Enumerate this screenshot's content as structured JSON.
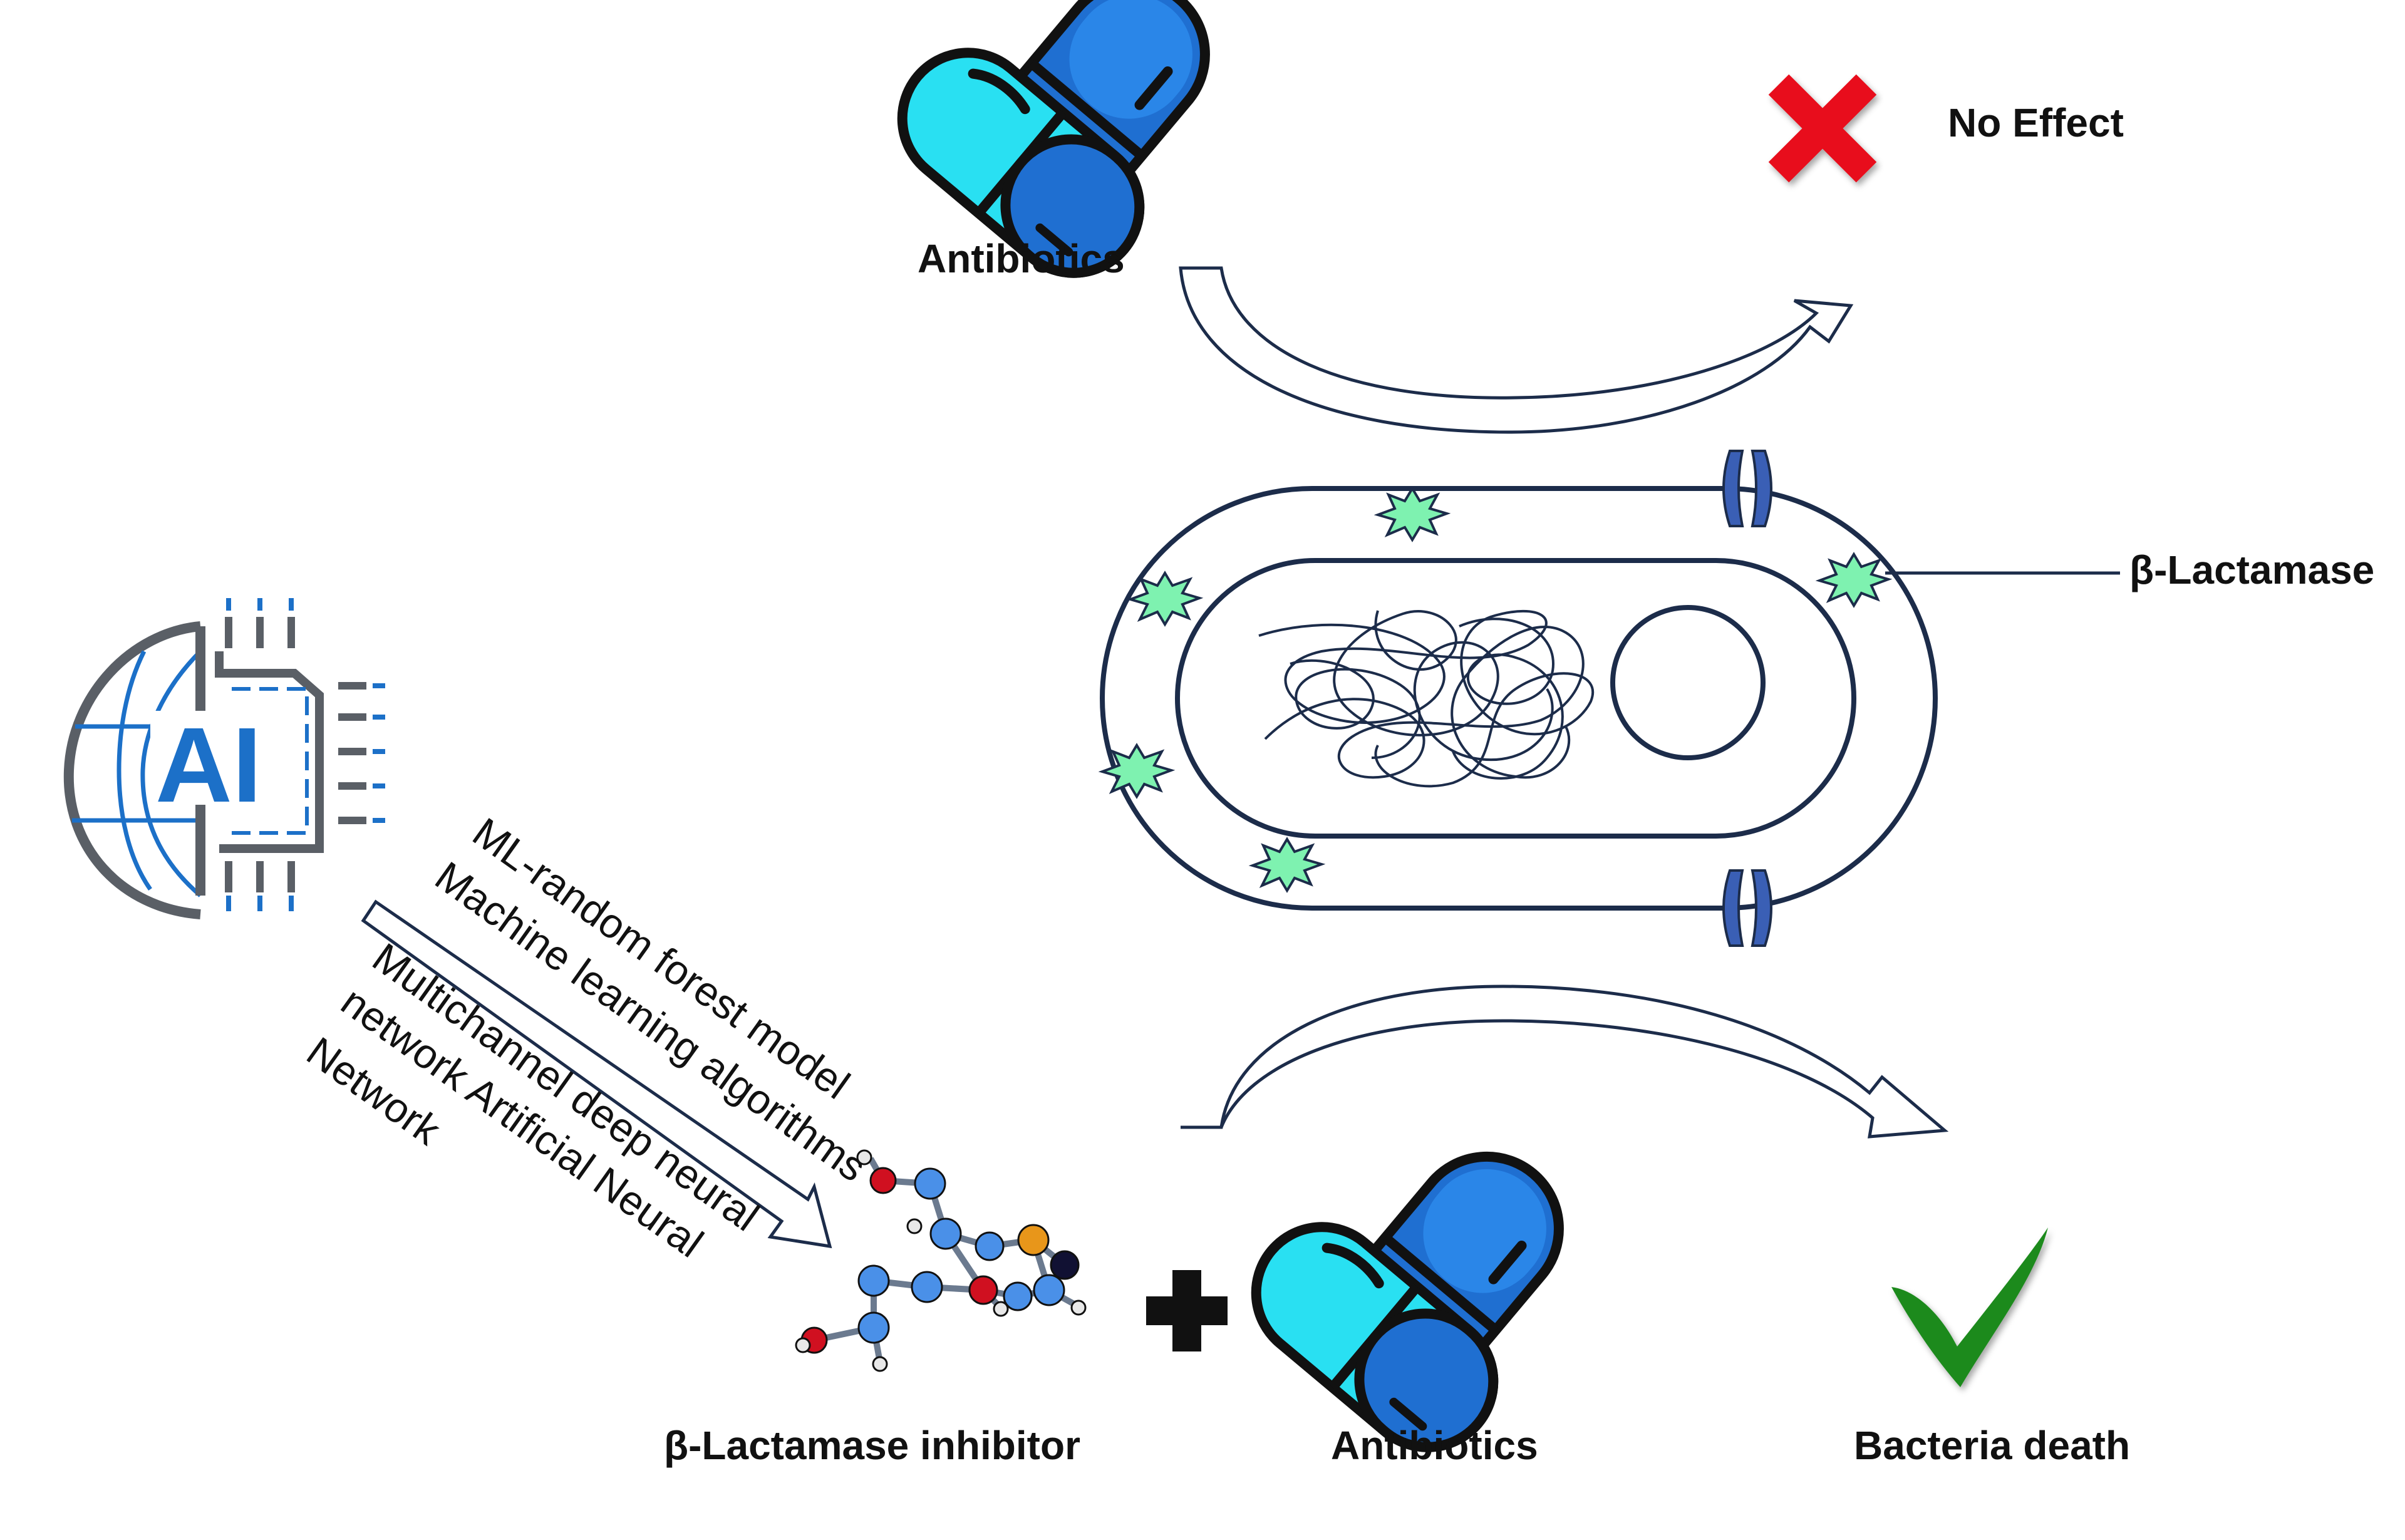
{
  "labels": {
    "antibiotics_top": "Antibiotics",
    "no_effect": "No Effect",
    "beta_lactamase": "β-Lactamase",
    "inhibitor": "β-Lactamase inhibitor",
    "antibiotics_bottom": "Antibiotics",
    "bacteria_death": "Bacteria death",
    "ai": "AI"
  },
  "ml_methods": [
    "ML-random forest model",
    "Machine learning algorithms",
    "Multichannel deep neural",
    "network Artificial Neural",
    "Network"
  ],
  "icons": {
    "capsule": "capsule-icon",
    "cross": "red-x-icon",
    "check": "green-checkmark-icon",
    "plus": "plus-icon",
    "ai_chip": "ai-chip-icon",
    "molecule": "molecule-icon"
  },
  "colors": {
    "outline": "#1c2c4a",
    "capsule_light": "#29e0f2",
    "capsule_dark": "#1f6fd1",
    "cross": "#e8101a",
    "check": "#1e8a1e",
    "lactamase": "#7ef2b0",
    "porin": "#3a5fb5",
    "ai_blue": "#1c70c8",
    "ai_gray": "#5a5f66"
  }
}
